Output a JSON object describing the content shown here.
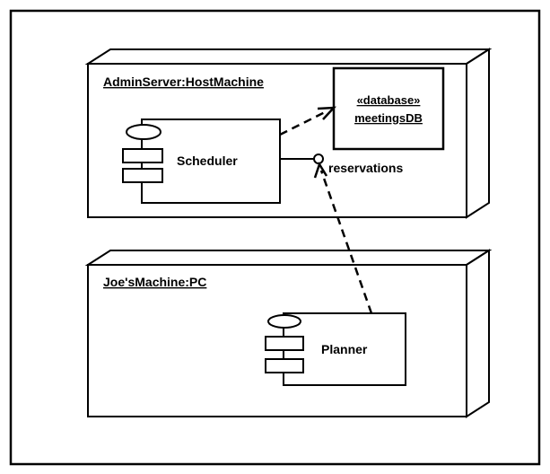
{
  "diagram": {
    "nodes": [
      {
        "id": "admin-server",
        "title": "AdminServer:HostMachine"
      },
      {
        "id": "joes-machine",
        "title": "Joe'sMachine:PC"
      }
    ],
    "components": [
      {
        "id": "scheduler",
        "name": "Scheduler",
        "node": "admin-server"
      },
      {
        "id": "planner",
        "name": "Planner",
        "node": "joes-machine"
      }
    ],
    "artifact": {
      "stereotype": "«database»",
      "name": "meetingsDB",
      "node": "admin-server"
    },
    "interface": {
      "name": "reservations",
      "provided_by": "scheduler"
    },
    "dependencies": [
      {
        "from": "scheduler",
        "to": "meetingsDB"
      },
      {
        "from": "planner",
        "to": "reservations"
      }
    ]
  }
}
